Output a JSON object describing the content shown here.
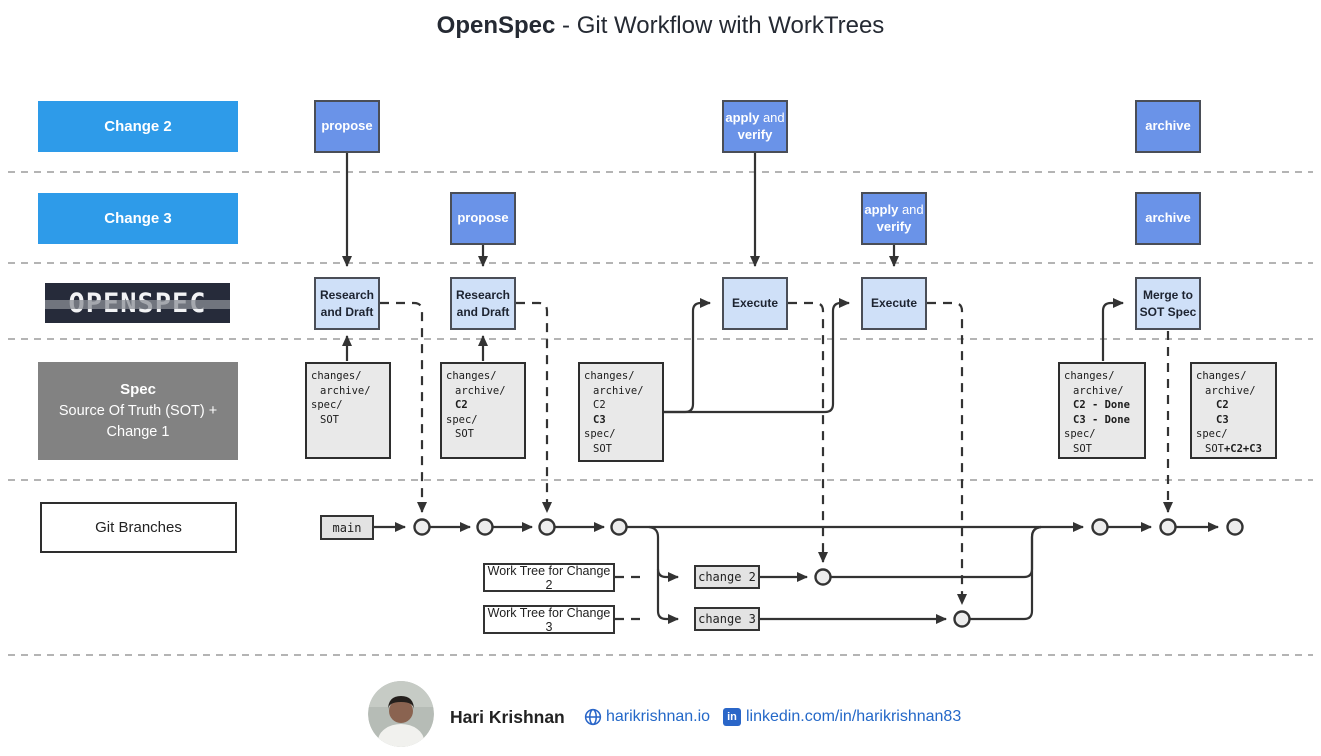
{
  "title": {
    "brand": "OpenSpec",
    "rest": " - Git Workflow with WorkTrees"
  },
  "lanes": {
    "change2": "Change 2",
    "change3": "Change 3",
    "logo": "OPENSPEC",
    "spec": {
      "title": "Spec",
      "line2": "Source Of Truth (SOT) +",
      "line3": "Change 1"
    },
    "git": "Git Branches"
  },
  "actions": {
    "propose": "propose",
    "apply_bold": "apply",
    "apply_and": "and",
    "verify_bold": "verify",
    "archive": "archive"
  },
  "process": {
    "research_l1": "Research",
    "research_l2": "and Draft",
    "execute": "Execute",
    "merge_l1": "Merge to",
    "merge_l2": "SOT Spec"
  },
  "spec_boxes": {
    "b1": {
      "l1": "changes/",
      "l2": "archive/",
      "l3": "spec/",
      "l4": "SOT"
    },
    "b2": {
      "l1": "changes/",
      "l2": "archive/",
      "l3": "C2",
      "l4": "spec/",
      "l5": "SOT"
    },
    "b3": {
      "l1": "changes/",
      "l2": "archive/",
      "l3": "C2",
      "l4": "C3",
      "l5": "spec/",
      "l6": "SOT"
    },
    "b4": {
      "l1": "changes/",
      "l2": "archive/",
      "l3": "C2 - Done",
      "l4": "C3 - Done",
      "l5": "spec/",
      "l6": "SOT"
    },
    "b5": {
      "l1": "changes/",
      "l2": "archive/",
      "l3": "C2",
      "l4": "C3",
      "l5": "spec/",
      "l6a": "SOT",
      "l6b": "+C2+C3"
    }
  },
  "git": {
    "main": "main",
    "worktree2": "Work Tree for Change 2",
    "worktree3": "Work Tree for Change 3",
    "branch2": "change 2",
    "branch3": "change 3"
  },
  "footer": {
    "name": "Hari Krishnan",
    "website": "harikrishnan.io",
    "linkedin": "linkedin.com/in/harikrishnan83",
    "linkedin_icon": "in"
  },
  "colors": {
    "lane_blue": "#2E9BE9",
    "action_blue": "#6A93E8",
    "process_blue": "#CFE0F8",
    "spec_gray": "#828282",
    "link_blue": "#2468C8",
    "line_dark": "#333333",
    "logo_bg": "#262B3A"
  }
}
